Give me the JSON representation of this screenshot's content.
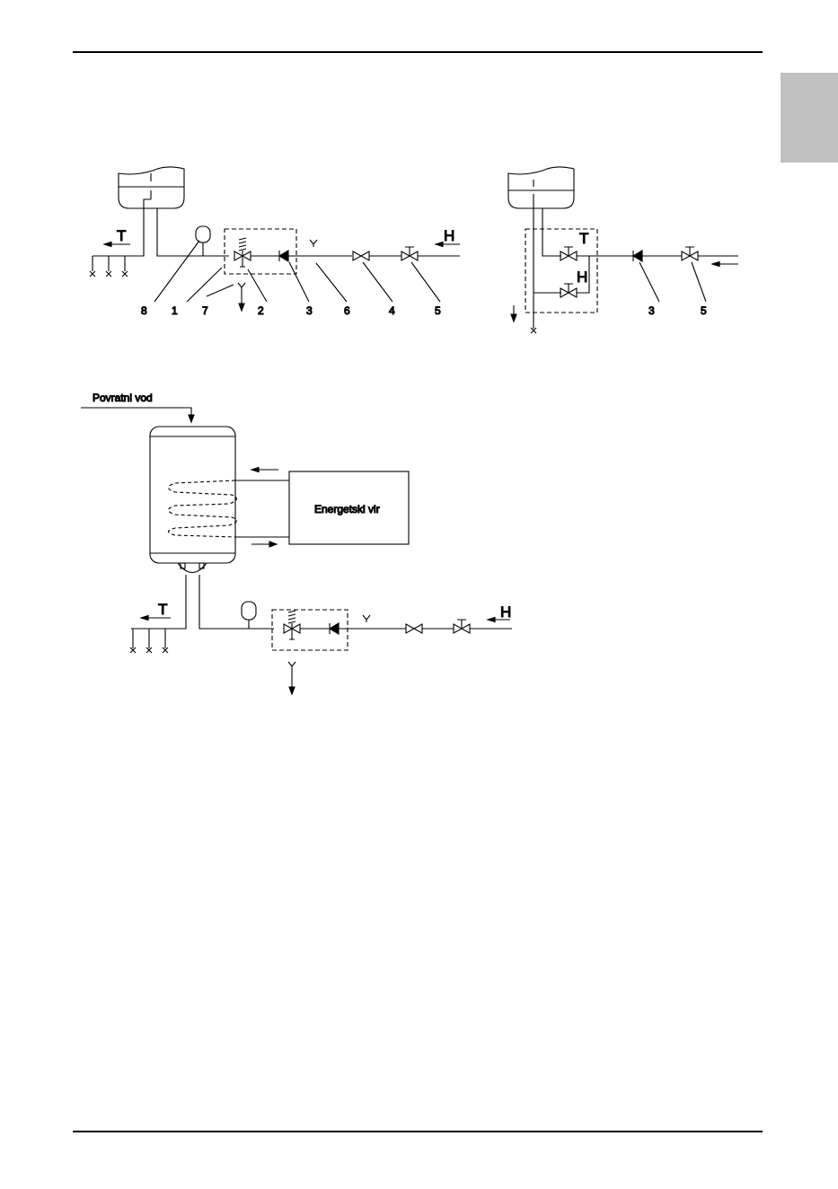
{
  "diagram_left": {
    "label_hot": "T",
    "label_cold": "H",
    "callouts": [
      "8",
      "1",
      "7",
      "2",
      "3",
      "6",
      "4",
      "5"
    ]
  },
  "diagram_right": {
    "label_hot": "T",
    "label_cold": "H",
    "callouts": [
      "3",
      "5"
    ]
  },
  "diagram_bottom": {
    "return_line_label": "Povratni vod",
    "energy_source_label": "Energetski vir",
    "label_hot": "T",
    "label_cold": "H"
  }
}
